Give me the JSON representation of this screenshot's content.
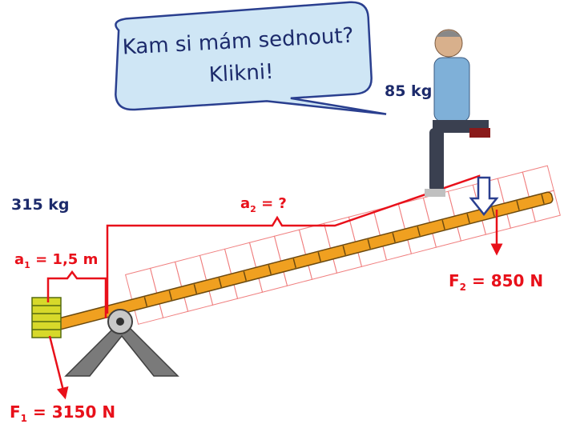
{
  "speech_bubble": {
    "line1": "Kam si mám sednout?",
    "line2": "Klikni!"
  },
  "person_mass": "85 kg",
  "load_mass": "315 kg",
  "arm1_label": "a",
  "arm1_sub": "1",
  "arm1_value": " = 1,5 m",
  "arm2_label": "a",
  "arm2_sub": "2",
  "arm2_value": " = ?",
  "force1_label": "F",
  "force1_sub": "1",
  "force1_value": " = 3150 N",
  "force2_label": "F",
  "force2_sub": "2",
  "force2_value": " = 850 N",
  "colors": {
    "label_blue": "#1c2a6b",
    "force_red": "#e8101a",
    "beam_orange": "#f0a020",
    "bubble_fill": "#cfe6f5",
    "bubble_stroke": "#2a3f8f",
    "seat_arrow": "#2a3f8f",
    "stand_gray": "#808080"
  }
}
